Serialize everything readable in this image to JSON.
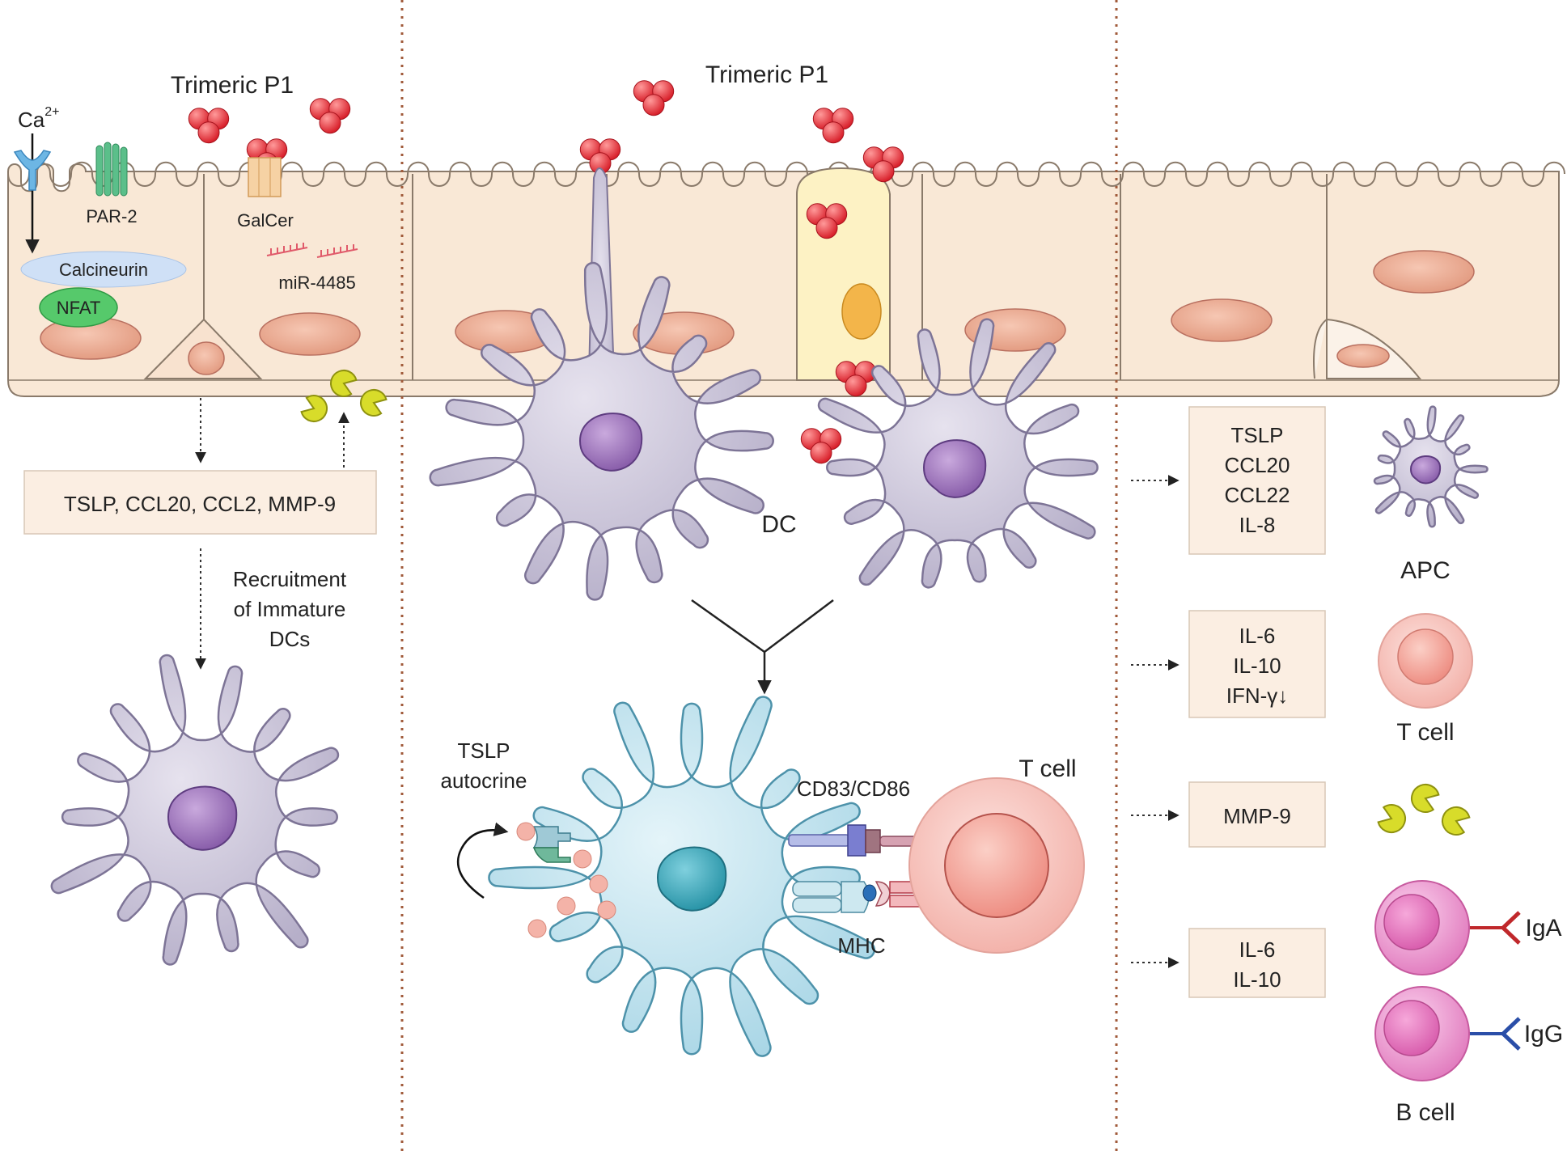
{
  "left_panel": {
    "title": "Trimeric P1",
    "ca_ion": "Ca",
    "ca_charge": "2+",
    "receptor_par2": "PAR-2",
    "receptor_galcer": "GalCer",
    "calcineurin": "Calcineurin",
    "nfat": "NFAT",
    "mirna": "miR-4485",
    "secreted_box": "TSLP, CCL20, CCL2, MMP-9",
    "recruitment": [
      "Recruitment",
      "of Immature",
      "DCs"
    ]
  },
  "middle_panel": {
    "title": "Trimeric P1",
    "dc_label": "DC",
    "tslp_autocrine": [
      "TSLP",
      "autocrine"
    ],
    "costim_label": "CD83/CD86",
    "mhc_label": "MHC",
    "tcell_label": "T cell"
  },
  "right_panel": {
    "boxes": [
      {
        "lines": [
          "TSLP",
          "CCL20",
          "CCL22",
          "IL-8"
        ],
        "target": "APC"
      },
      {
        "lines": [
          "IL-6",
          "IL-10",
          "IFN-γ↓"
        ],
        "target": "T cell"
      },
      {
        "lines": [
          "MMP-9"
        ],
        "target": ""
      },
      {
        "lines": [
          "IL-6",
          "IL-10"
        ],
        "target": "B cell"
      }
    ],
    "iga_label": "IgA",
    "igg_label": "IgG"
  },
  "colors": {
    "epithelium": "#f9e8d6",
    "epithelium_stroke": "#8a7a6a",
    "nucleus": "#eba98f",
    "p1_red": "#e8333f",
    "dc_purple": "#c8c3d6",
    "dc_nucleus": "#9a72b8",
    "mature_dc_blue": "#bfe2ee",
    "mature_dc_nucleus": "#3aa8b8",
    "tcell_pink": "#f7c6c0",
    "bcell_pink": "#e887c3",
    "mmp9_yellow": "#d8dc2a",
    "box_fill": "#fbeee2",
    "divider": "#a05a3a"
  }
}
